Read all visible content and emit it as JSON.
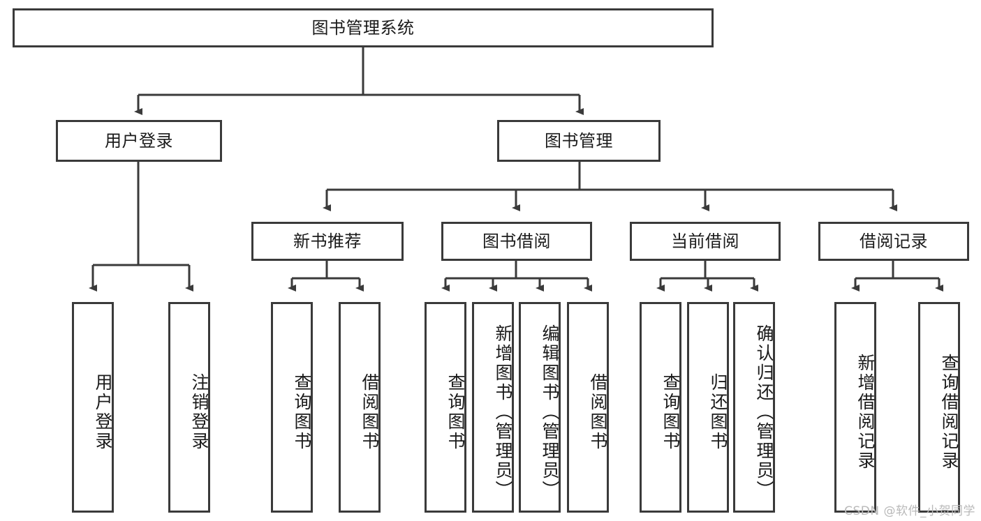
{
  "diagram": {
    "title": "图书管理系统",
    "root": {
      "label": "图书管理系统"
    },
    "level2": [
      {
        "label": "用户登录"
      },
      {
        "label": "图书管理"
      }
    ],
    "level3": [
      {
        "label": "新书推荐"
      },
      {
        "label": "图书借阅"
      },
      {
        "label": "当前借阅"
      },
      {
        "label": "借阅记录"
      }
    ],
    "leaves": {
      "user_login": [
        {
          "label": "用户登录"
        },
        {
          "label": "注销登录"
        }
      ],
      "new_book_recommend": [
        {
          "label": "查询图书"
        },
        {
          "label": "借阅图书"
        }
      ],
      "book_borrow": [
        {
          "label": "查询图书"
        },
        {
          "label": "新增图书（管理员）"
        },
        {
          "label": "编辑图书（管理员）"
        },
        {
          "label": "借阅图书"
        }
      ],
      "current_borrow": [
        {
          "label": "查询图书"
        },
        {
          "label": "归还图书"
        },
        {
          "label": "确认归还（管理员）"
        }
      ],
      "borrow_record": [
        {
          "label": "新增借阅记录"
        },
        {
          "label": "查询借阅记录"
        }
      ]
    }
  },
  "watermark": {
    "text": "CSDN @软件_小贺同学"
  },
  "colors": {
    "stroke": "#3a3a3a",
    "background": "#ffffff",
    "text": "#1a1a1a",
    "watermark": "#b9b9b9"
  }
}
